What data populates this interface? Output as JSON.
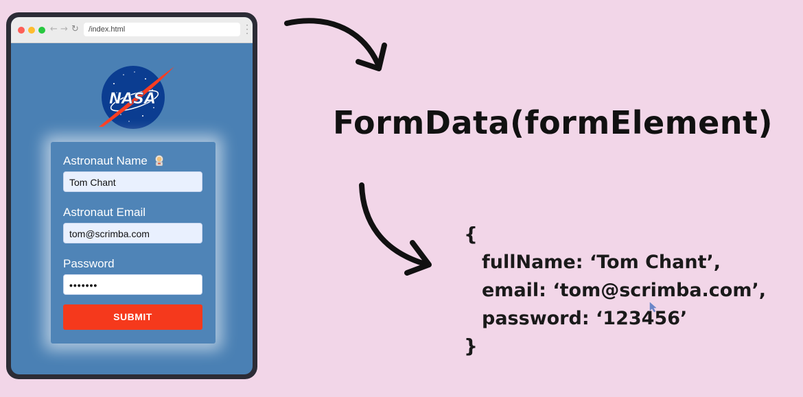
{
  "browser": {
    "address": "/index.html"
  },
  "form": {
    "name_label": "Astronaut Name",
    "name_value": "Tom Chant",
    "email_label": "Astronaut Email",
    "email_value": "tom@scrimba.com",
    "password_label": "Password",
    "password_value": "•••••••",
    "submit_label": "SUBMIT"
  },
  "logo": {
    "text": "NASA"
  },
  "diagram": {
    "constructor_text": "FormData(formElement)",
    "open_brace": "{",
    "close_brace": "}",
    "lines": [
      "fullName: ‘Tom Chant’,",
      "email: ‘tom@scrimba.com’,",
      "password: ‘123456’"
    ]
  },
  "colors": {
    "background": "#f2d6e8",
    "page_blue": "#4a80b4",
    "submit": "#f5391c"
  },
  "icons": [
    "astronaut-emoji-icon",
    "back-arrow-icon",
    "forward-arrow-icon",
    "reload-icon",
    "more-menu-icon",
    "curved-arrow-icon",
    "mouse-cursor-icon"
  ]
}
